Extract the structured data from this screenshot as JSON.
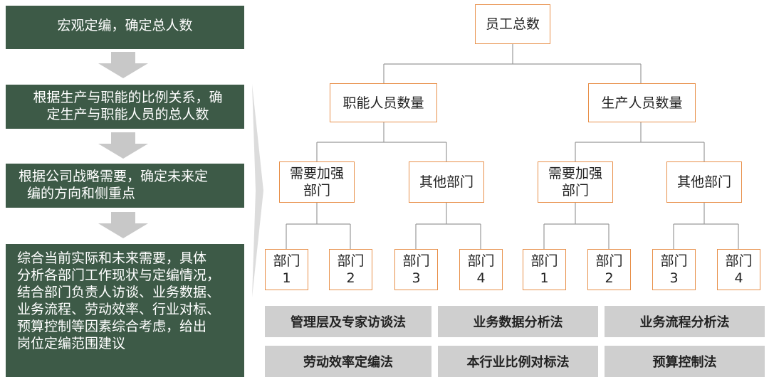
{
  "steps": [
    "宏观定编，确定总人数",
    "根据生产与职能的比例关系，确定生产与职能人员的总人数",
    "根据公司战略需要，确定未来定编的方向和侧重点",
    "综合当前实际和未来需要，具体分析各部门工作现状与定编情况，结合部门负责人访谈、业务数据、业务流程、劳动效率、行业对标、预算控制等因素综合考虑，给出岗位定编范围建议"
  ],
  "step_lines": [
    [
      "宏观定编，确定总人数"
    ],
    [
      "根据生产与职能的比例关系，确",
      "定生产与职能人员的总人数"
    ],
    [
      "根据公司战略需要，确定未来定",
      "编的方向和侧重点"
    ],
    [
      "综合当前实际和未来需要，具体",
      "分析各部门工作现状与定编情况，",
      "结合部门负责人访谈、业务数据、",
      "业务流程、劳动效率、行业对标、",
      "预算控制等因素综合考虑，给出",
      "岗位定编范围建议"
    ]
  ],
  "tree": {
    "root": "员工总数",
    "branches": [
      {
        "label": "职能人员数量",
        "groups": [
          {
            "label_lines": [
              "需要加强",
              "部门"
            ],
            "children": [
              [
                "部门",
                "1"
              ],
              [
                "部门",
                "2"
              ]
            ]
          },
          {
            "label_lines": [
              "其他部门"
            ],
            "children": [
              [
                "部门",
                "3"
              ],
              [
                "部门",
                "4"
              ]
            ]
          }
        ]
      },
      {
        "label": "生产人员数量",
        "groups": [
          {
            "label_lines": [
              "需要加强",
              "部门"
            ],
            "children": [
              [
                "部门",
                "1"
              ],
              [
                "部门",
                "2"
              ]
            ]
          },
          {
            "label_lines": [
              "其他部门"
            ],
            "children": [
              [
                "部门",
                "3"
              ],
              [
                "部门",
                "4"
              ]
            ]
          }
        ]
      }
    ]
  },
  "methods": [
    "管理层及专家访谈法",
    "业务数据分析法",
    "业务流程分析法",
    "劳动效率定编法",
    "本行业比例对标法",
    "预算控制法"
  ],
  "colors": {
    "step_bg": "#3d5a47",
    "node_border": "#e8904a",
    "connector": "#999999",
    "method_bg": "#cfcfcf",
    "arrow": "#c8c8c8"
  },
  "icons": [
    "down-arrow-icon",
    "bracket-arrow-icon"
  ]
}
